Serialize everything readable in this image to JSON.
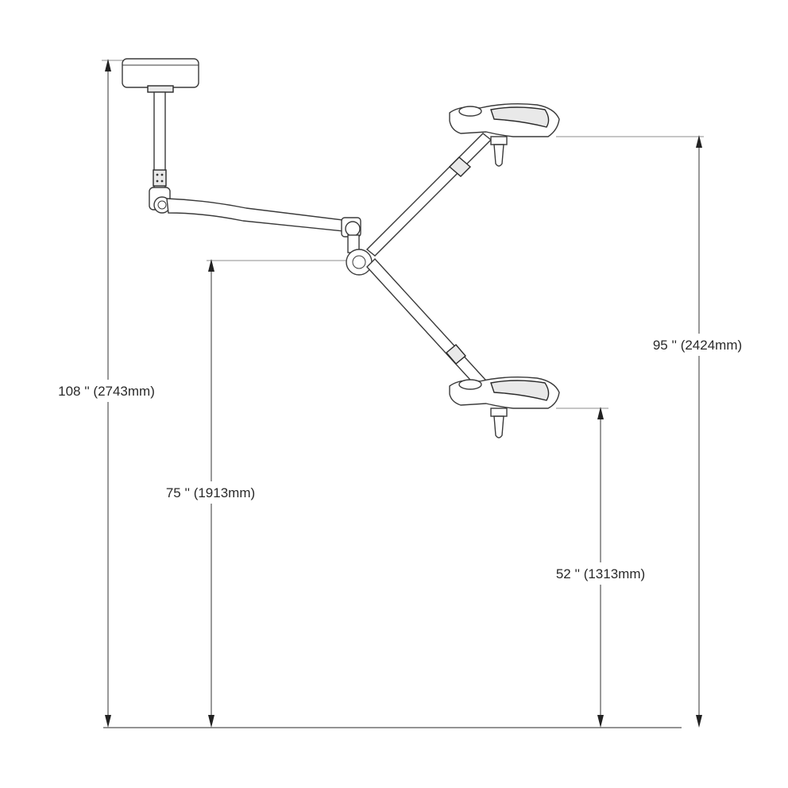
{
  "dimensions": {
    "total_height": "108 '' (2743mm)",
    "upper_head_height": "95 '' (2424mm)",
    "hub_height": "75 '' (1913mm)",
    "lower_head_height": "52 '' (1313mm)"
  },
  "colors": {
    "line": "#333333",
    "text": "#2a2a2a",
    "background": "#ffffff"
  }
}
